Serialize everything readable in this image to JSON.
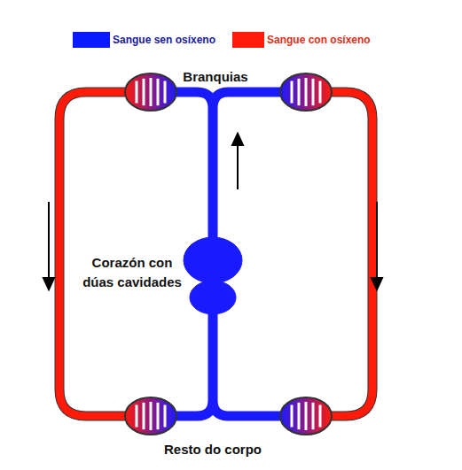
{
  "diagram": {
    "labels": [
      "Branquias",
      "Corazón con dúas cavidades",
      "Resto do corpo"
    ],
    "legend": [
      {
        "text": "Sangue sen osíxeno",
        "color": "#0a1aff"
      },
      {
        "text": "Sangue con osíxeno",
        "color": "#ff1a0a"
      }
    ]
  }
}
